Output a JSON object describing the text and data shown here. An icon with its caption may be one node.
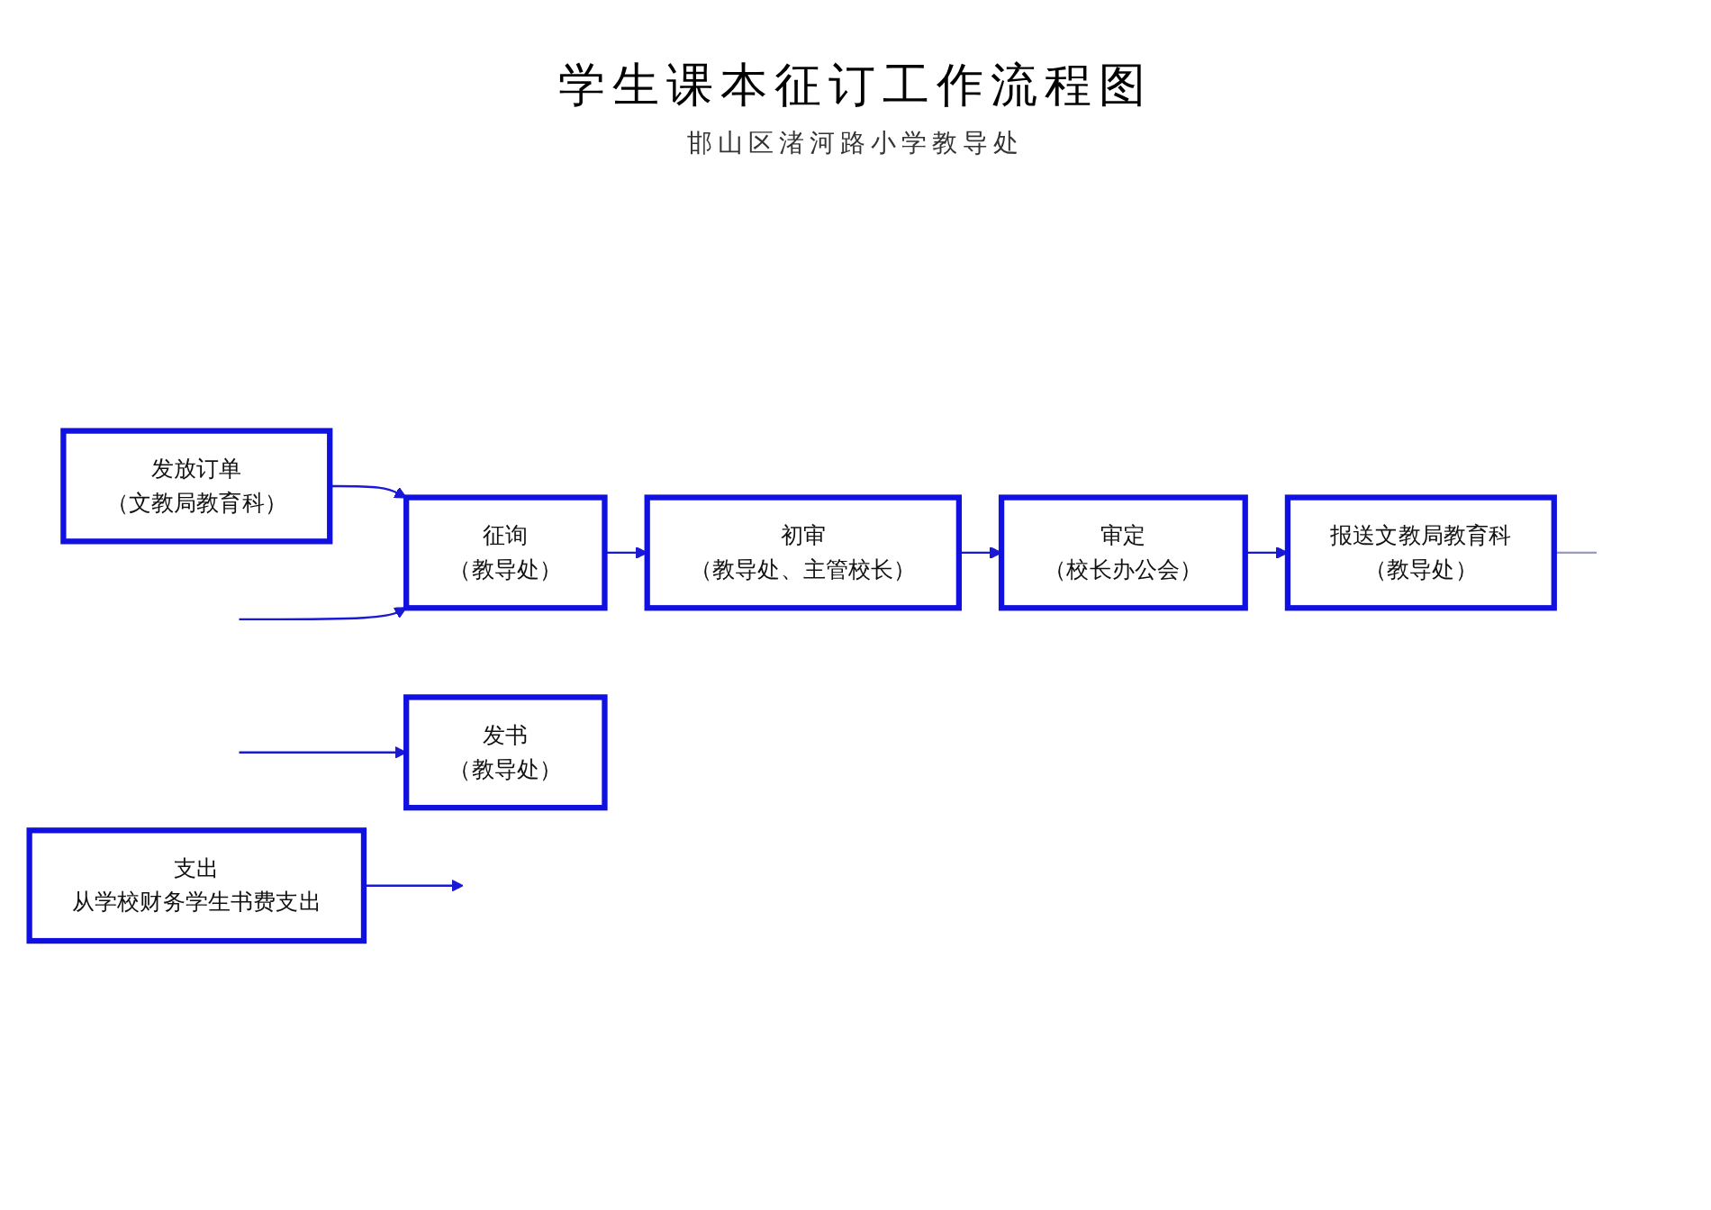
{
  "diagram": {
    "title": "学生课本征订工作流程图",
    "nodes": [
      {
        "text": [
          "发放订单",
          "（文教局教育科）"
        ]
      },
      {
        "text": [
          "征询",
          "（教导处）"
        ]
      },
      {
        "text": [
          "初审",
          "（教导处、主管校长）"
        ]
      },
      {
        "text": [
          "审定",
          "（校长办公会）"
        ]
      },
      {
        "text": [
          "报送文教局教育科",
          "（教导处）"
        ]
      },
      {
        "text": [
          "发书",
          "（教导处）"
        ]
      },
      {
        "text": [
          "支出",
          "从学校财务学生书费支出"
        ]
      }
    ],
    "edges": [
      {
        "from": 0,
        "to": 1,
        "arrow": "to"
      },
      {
        "from": 1,
        "to": 2,
        "arrow": "to"
      },
      {
        "from": 2,
        "to": 3,
        "arrow": "to"
      },
      {
        "from": 3,
        "to": 4,
        "arrow": "to"
      },
      {
        "from": null,
        "to": 5,
        "arrow": "to"
      },
      {
        "from": null,
        "to": 1,
        "arrow": "to"
      },
      {
        "from": 6,
        "to": null,
        "arrow": "to"
      },
      {
        "from": 4,
        "to": null,
        "arrow": "none",
        "color": "#9999bb"
      }
    ],
    "labels": [
      "邯山区渚河路小学教导处"
    ]
  }
}
